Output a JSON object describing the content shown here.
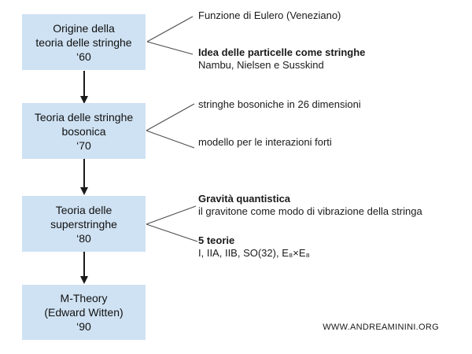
{
  "colors": {
    "box_fill": "#cfe2f3",
    "connector": "#4d4d4d",
    "arrow": "#1a1a1a",
    "text": "#111111"
  },
  "timeline": {
    "boxes": [
      {
        "lines": [
          "Origine della",
          "teoria delle stringhe",
          "‘60"
        ]
      },
      {
        "lines": [
          "Teoria delle stringhe",
          "bosonica",
          "‘70"
        ]
      },
      {
        "lines": [
          "Teoria delle",
          "superstringhe",
          "‘80"
        ]
      },
      {
        "lines": [
          "M-Theory",
          "(Edward Witten)",
          "‘90"
        ]
      }
    ]
  },
  "annotations": {
    "a1": {
      "text": "Funzione di Eulero (Veneziano)"
    },
    "a2": {
      "title": "Idea delle particelle come stringhe",
      "text": "Nambu, Nielsen e Susskind"
    },
    "a3": {
      "text": "stringhe bosoniche in 26 dimensioni"
    },
    "a4": {
      "text": "modello per le interazioni forti"
    },
    "a5": {
      "title": "Gravità quantistica",
      "text": "il gravitone come modo di vibrazione della stringa"
    },
    "a6": {
      "title": "5 teorie",
      "text": "I, IIA, IIB, SO(32), E₈×E₈"
    }
  },
  "footer": {
    "website": "WWW.ANDREAMININI.ORG"
  }
}
